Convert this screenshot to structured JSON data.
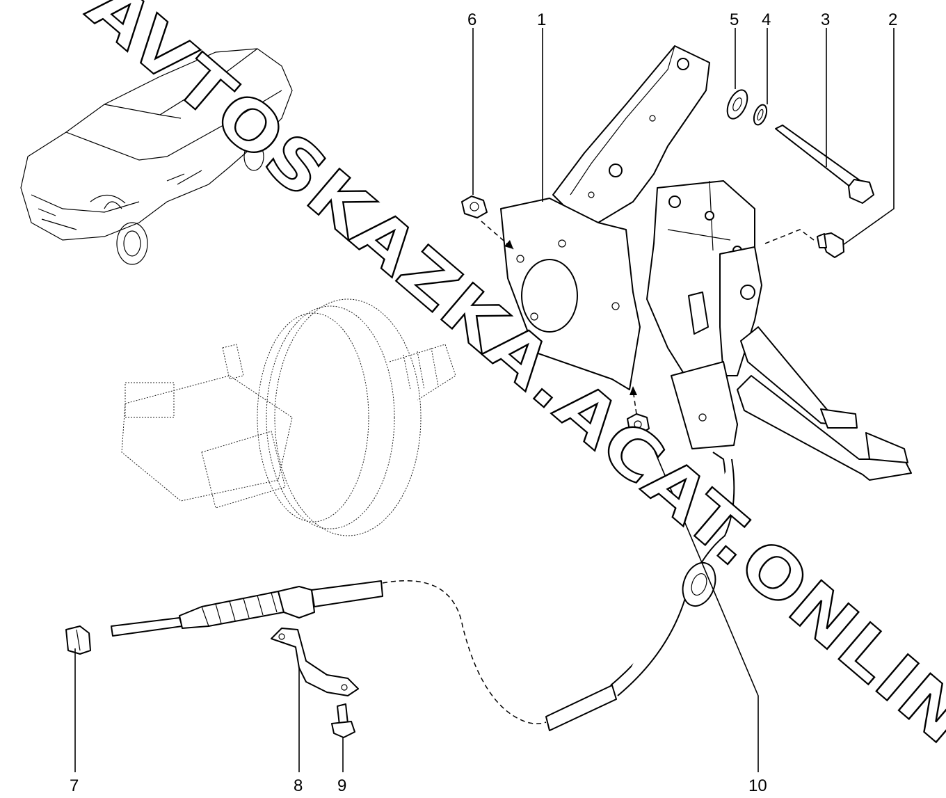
{
  "callouts": [
    "1",
    "2",
    "3",
    "4",
    "5",
    "6",
    "7",
    "8",
    "9",
    "10"
  ],
  "watermark": "AVTOSKAZKA.ACAT.ONLINE"
}
